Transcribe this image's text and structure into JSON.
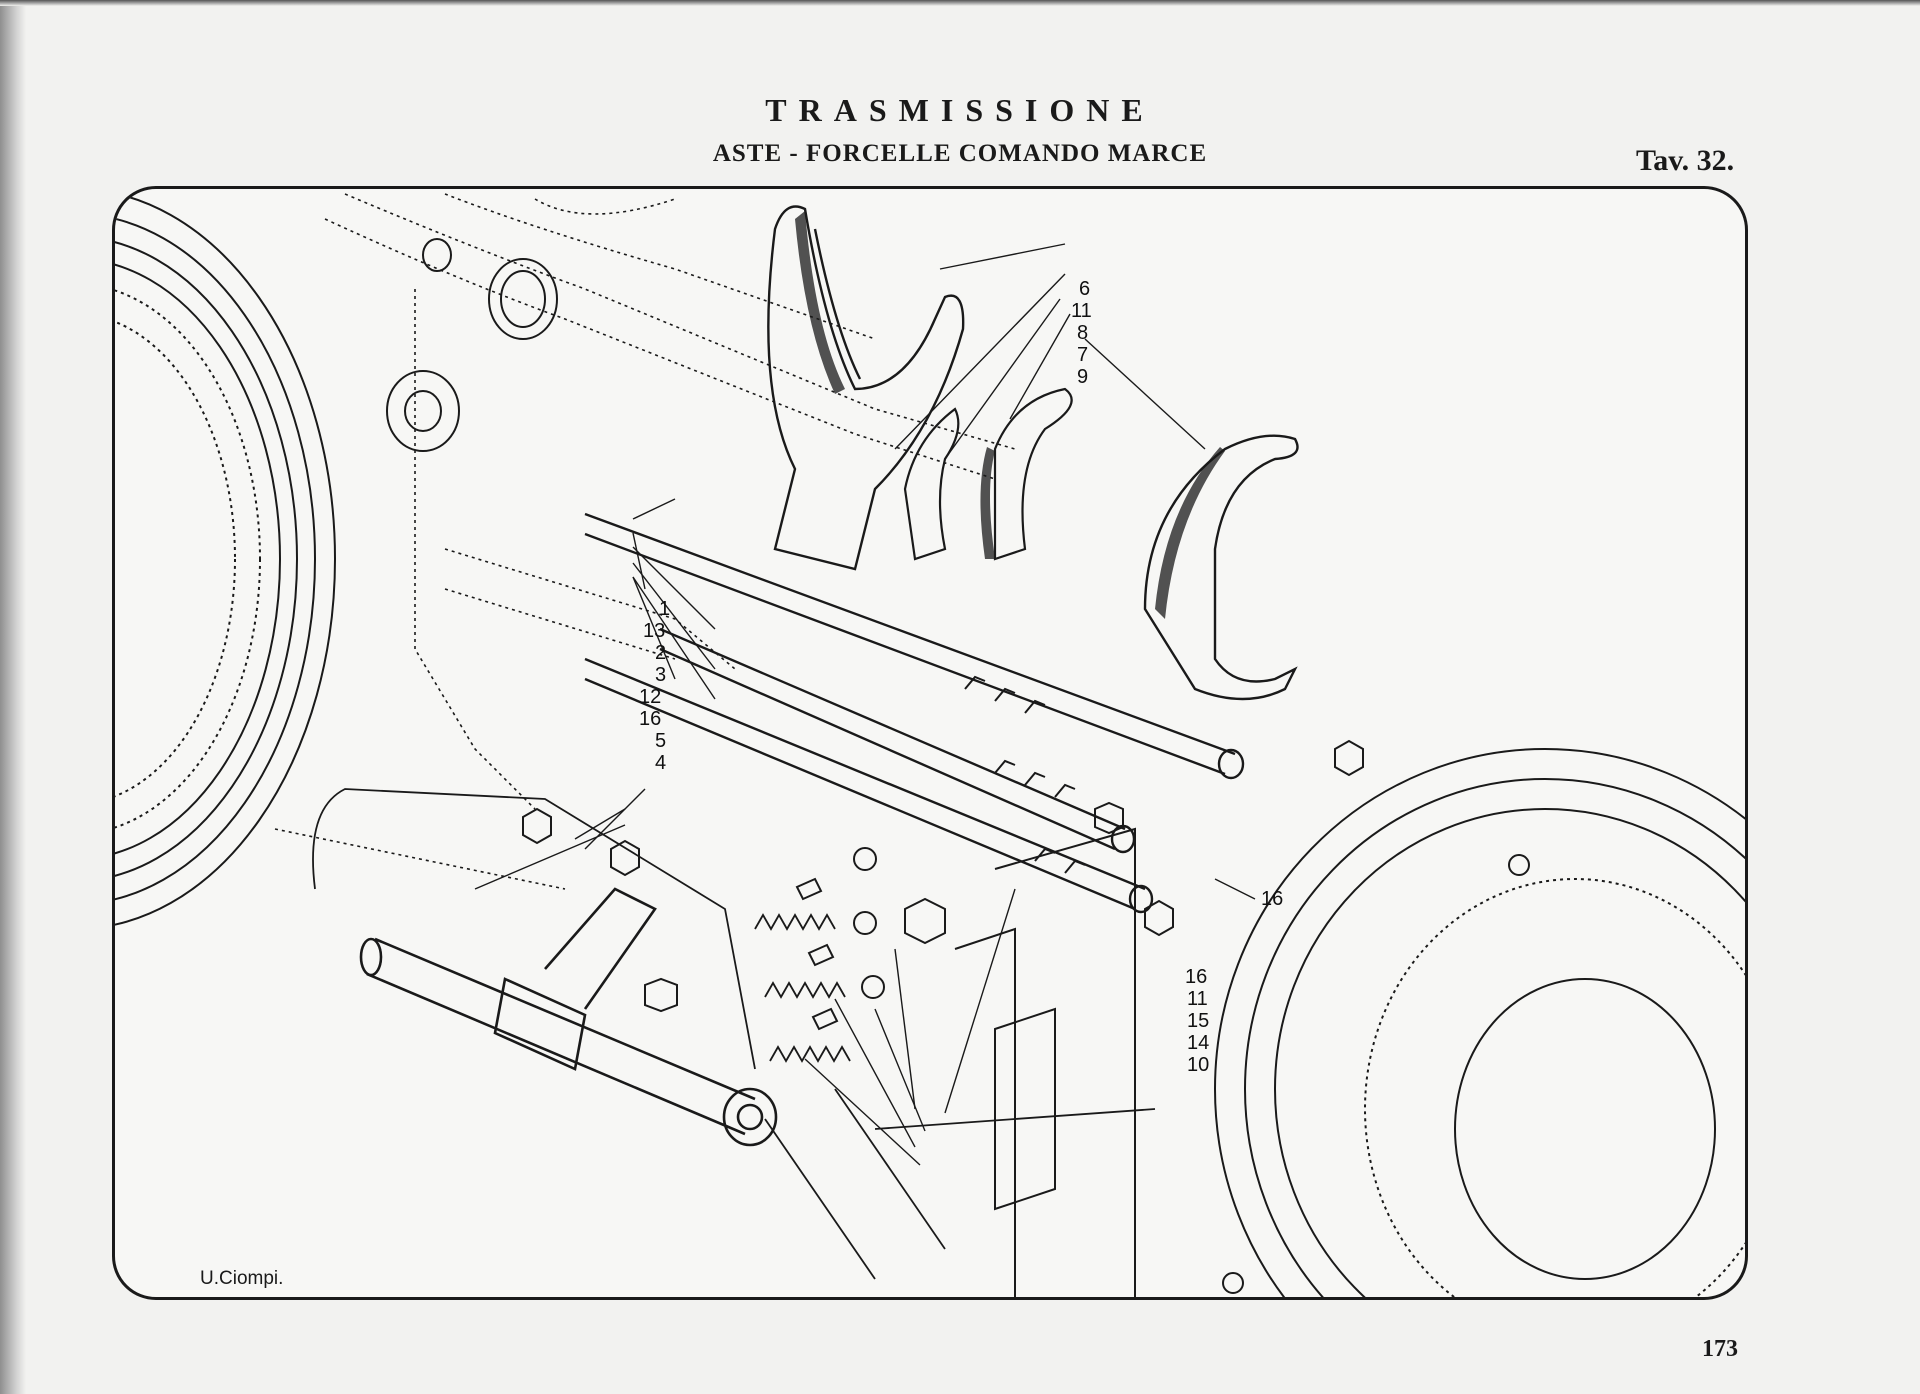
{
  "header": {
    "title": "TRASMISSIONE",
    "subtitle": "ASTE - FORCELLE COMANDO MARCE",
    "plate": "Tav. 32."
  },
  "diagram": {
    "callout_groups": {
      "upper_right": [
        "6",
        "11",
        "8",
        "7",
        "9"
      ],
      "left": [
        "1",
        "13",
        "2",
        "3",
        "12",
        "16",
        "5",
        "4"
      ],
      "right": [
        "16"
      ],
      "bottom": [
        "16",
        "11",
        "15",
        "14",
        "10"
      ]
    },
    "signature": "U.Ciompi."
  },
  "footer": {
    "page_number": "173"
  }
}
